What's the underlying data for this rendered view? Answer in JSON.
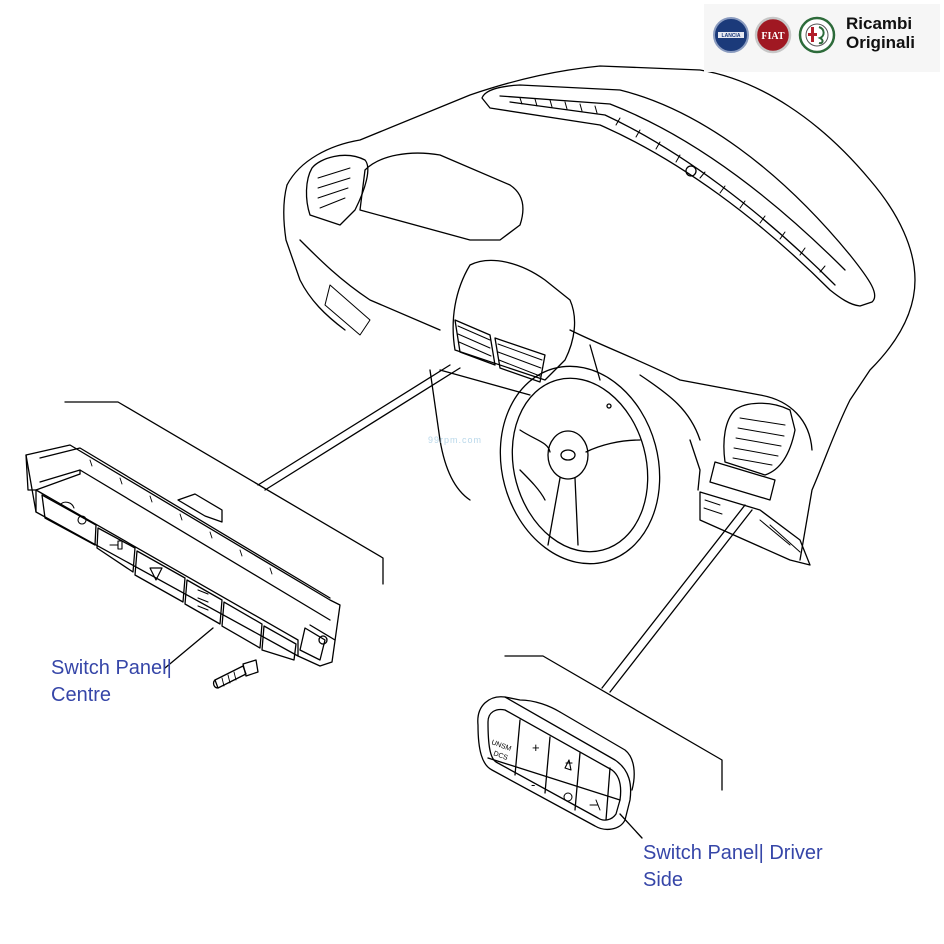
{
  "brand": {
    "line1": "Ricambi",
    "line2": "Originali",
    "badges": [
      {
        "name": "lancia",
        "text": "LANCIA",
        "color": "#1b3a7a"
      },
      {
        "name": "fiat",
        "text": "FIAT",
        "color": "#a01822"
      },
      {
        "name": "alfa-romeo",
        "text": "",
        "color": "#2d6b3a"
      }
    ]
  },
  "watermark": "99rpm.com",
  "labels": {
    "centre_line1": "Switch Panel|",
    "centre_line2": "Centre",
    "driver_line1": "Switch Panel| Driver",
    "driver_line2": "Side"
  },
  "driver_panel": {
    "mode_text_1": "UNSM",
    "mode_text_2": "DCS",
    "plus": "+",
    "minus": "-"
  },
  "colors": {
    "label": "#3646a8",
    "line": "#000000"
  }
}
